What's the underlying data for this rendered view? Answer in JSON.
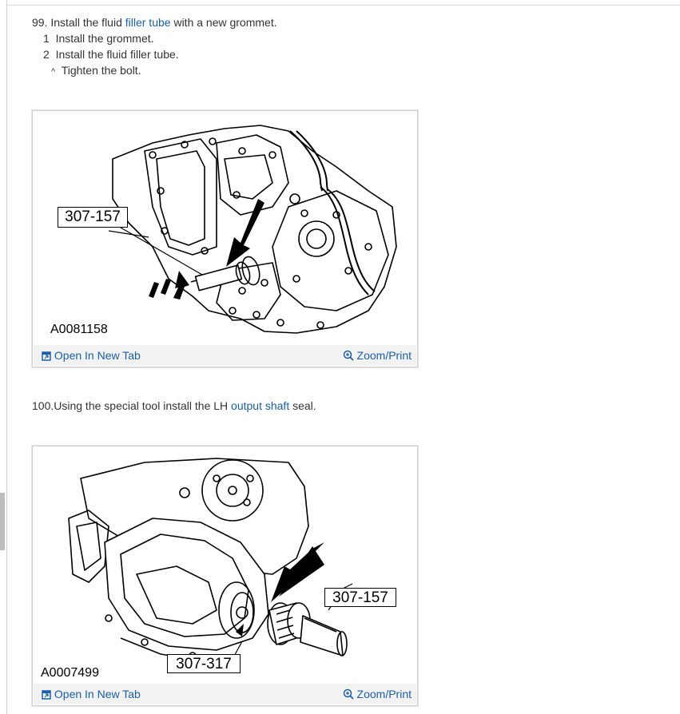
{
  "step99": {
    "number": "99.",
    "text_before": "Install the fluid",
    "link": "filler tube",
    "text_after": "with a new grommet.",
    "substeps": [
      {
        "num": "1",
        "text": "Install the grommet."
      },
      {
        "num": "2",
        "text": "Install the fluid filler tube."
      }
    ],
    "note": {
      "marker": "^",
      "text": "Tighten the bolt."
    }
  },
  "figure1": {
    "callout": "307-157",
    "figure_id": "A0081158",
    "open_label": "Open In New Tab",
    "zoom_label": "Zoom/Print"
  },
  "step100": {
    "number": "100.",
    "text_before": "Using the special tool install the LH",
    "link": "output shaft",
    "text_after": "seal."
  },
  "figure2": {
    "callout_a": "307-157",
    "callout_b": "307-317",
    "figure_id": "A0007499",
    "open_label": "Open In New Tab",
    "zoom_label": "Zoom/Print"
  },
  "colors": {
    "link": "#1a5fa8",
    "text": "#333333",
    "footbar": "#f2f2f2",
    "border": "#cfcfcf"
  },
  "icons": [
    "open-new-tab-icon",
    "zoom-in-icon"
  ]
}
